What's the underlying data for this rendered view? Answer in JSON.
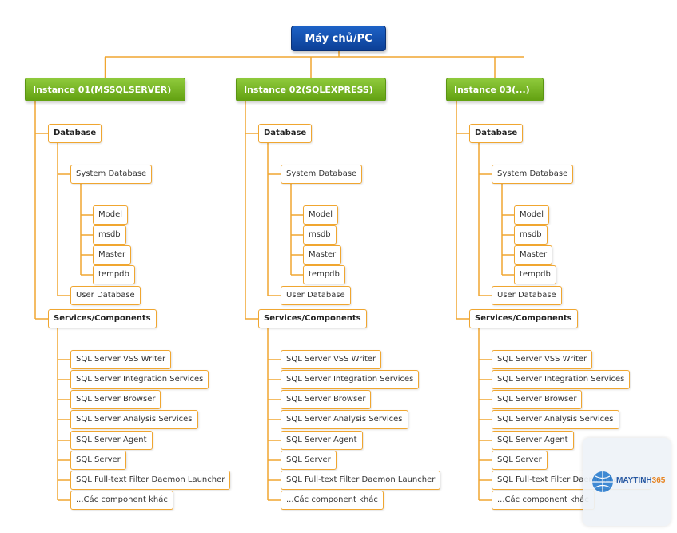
{
  "root": {
    "label": "Máy chủ/PC"
  },
  "instances": [
    {
      "label": "Instance 01(MSSQLSERVER)"
    },
    {
      "label": "Instance 02(SQLEXPRESS)"
    },
    {
      "label": "Instance 03(...)"
    }
  ],
  "tree": {
    "database": "Database",
    "system_database": "System Database",
    "system_dbs": [
      "Model",
      "msdb",
      "Master",
      "tempdb"
    ],
    "user_database": "User Database",
    "services": "Services/Components",
    "service_items": [
      "SQL Server VSS Writer",
      "SQL Server Integration Services",
      "SQL Server Browser",
      "SQL Server Analysis Services",
      "SQL Server Agent",
      "SQL Server",
      "SQL Full-text Filter Daemon Launcher",
      "...Các component khác"
    ]
  },
  "watermark": {
    "brand": "MAYTINH",
    "brand_number": "365"
  },
  "colors": {
    "root": "#0c3f96",
    "instance": "#62a111",
    "connector": "#f0a630"
  }
}
